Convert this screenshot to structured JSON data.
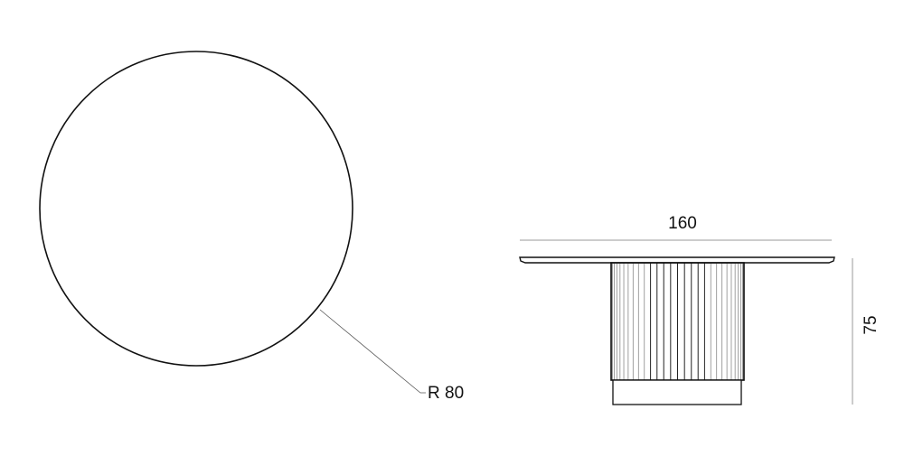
{
  "drawing": {
    "top_view": {
      "radius_label": "R 80"
    },
    "side_view": {
      "width_label": "160",
      "height_label": "75"
    },
    "colors": {
      "line": "#111111",
      "dimension": "#888888",
      "flute": "#777777"
    }
  }
}
